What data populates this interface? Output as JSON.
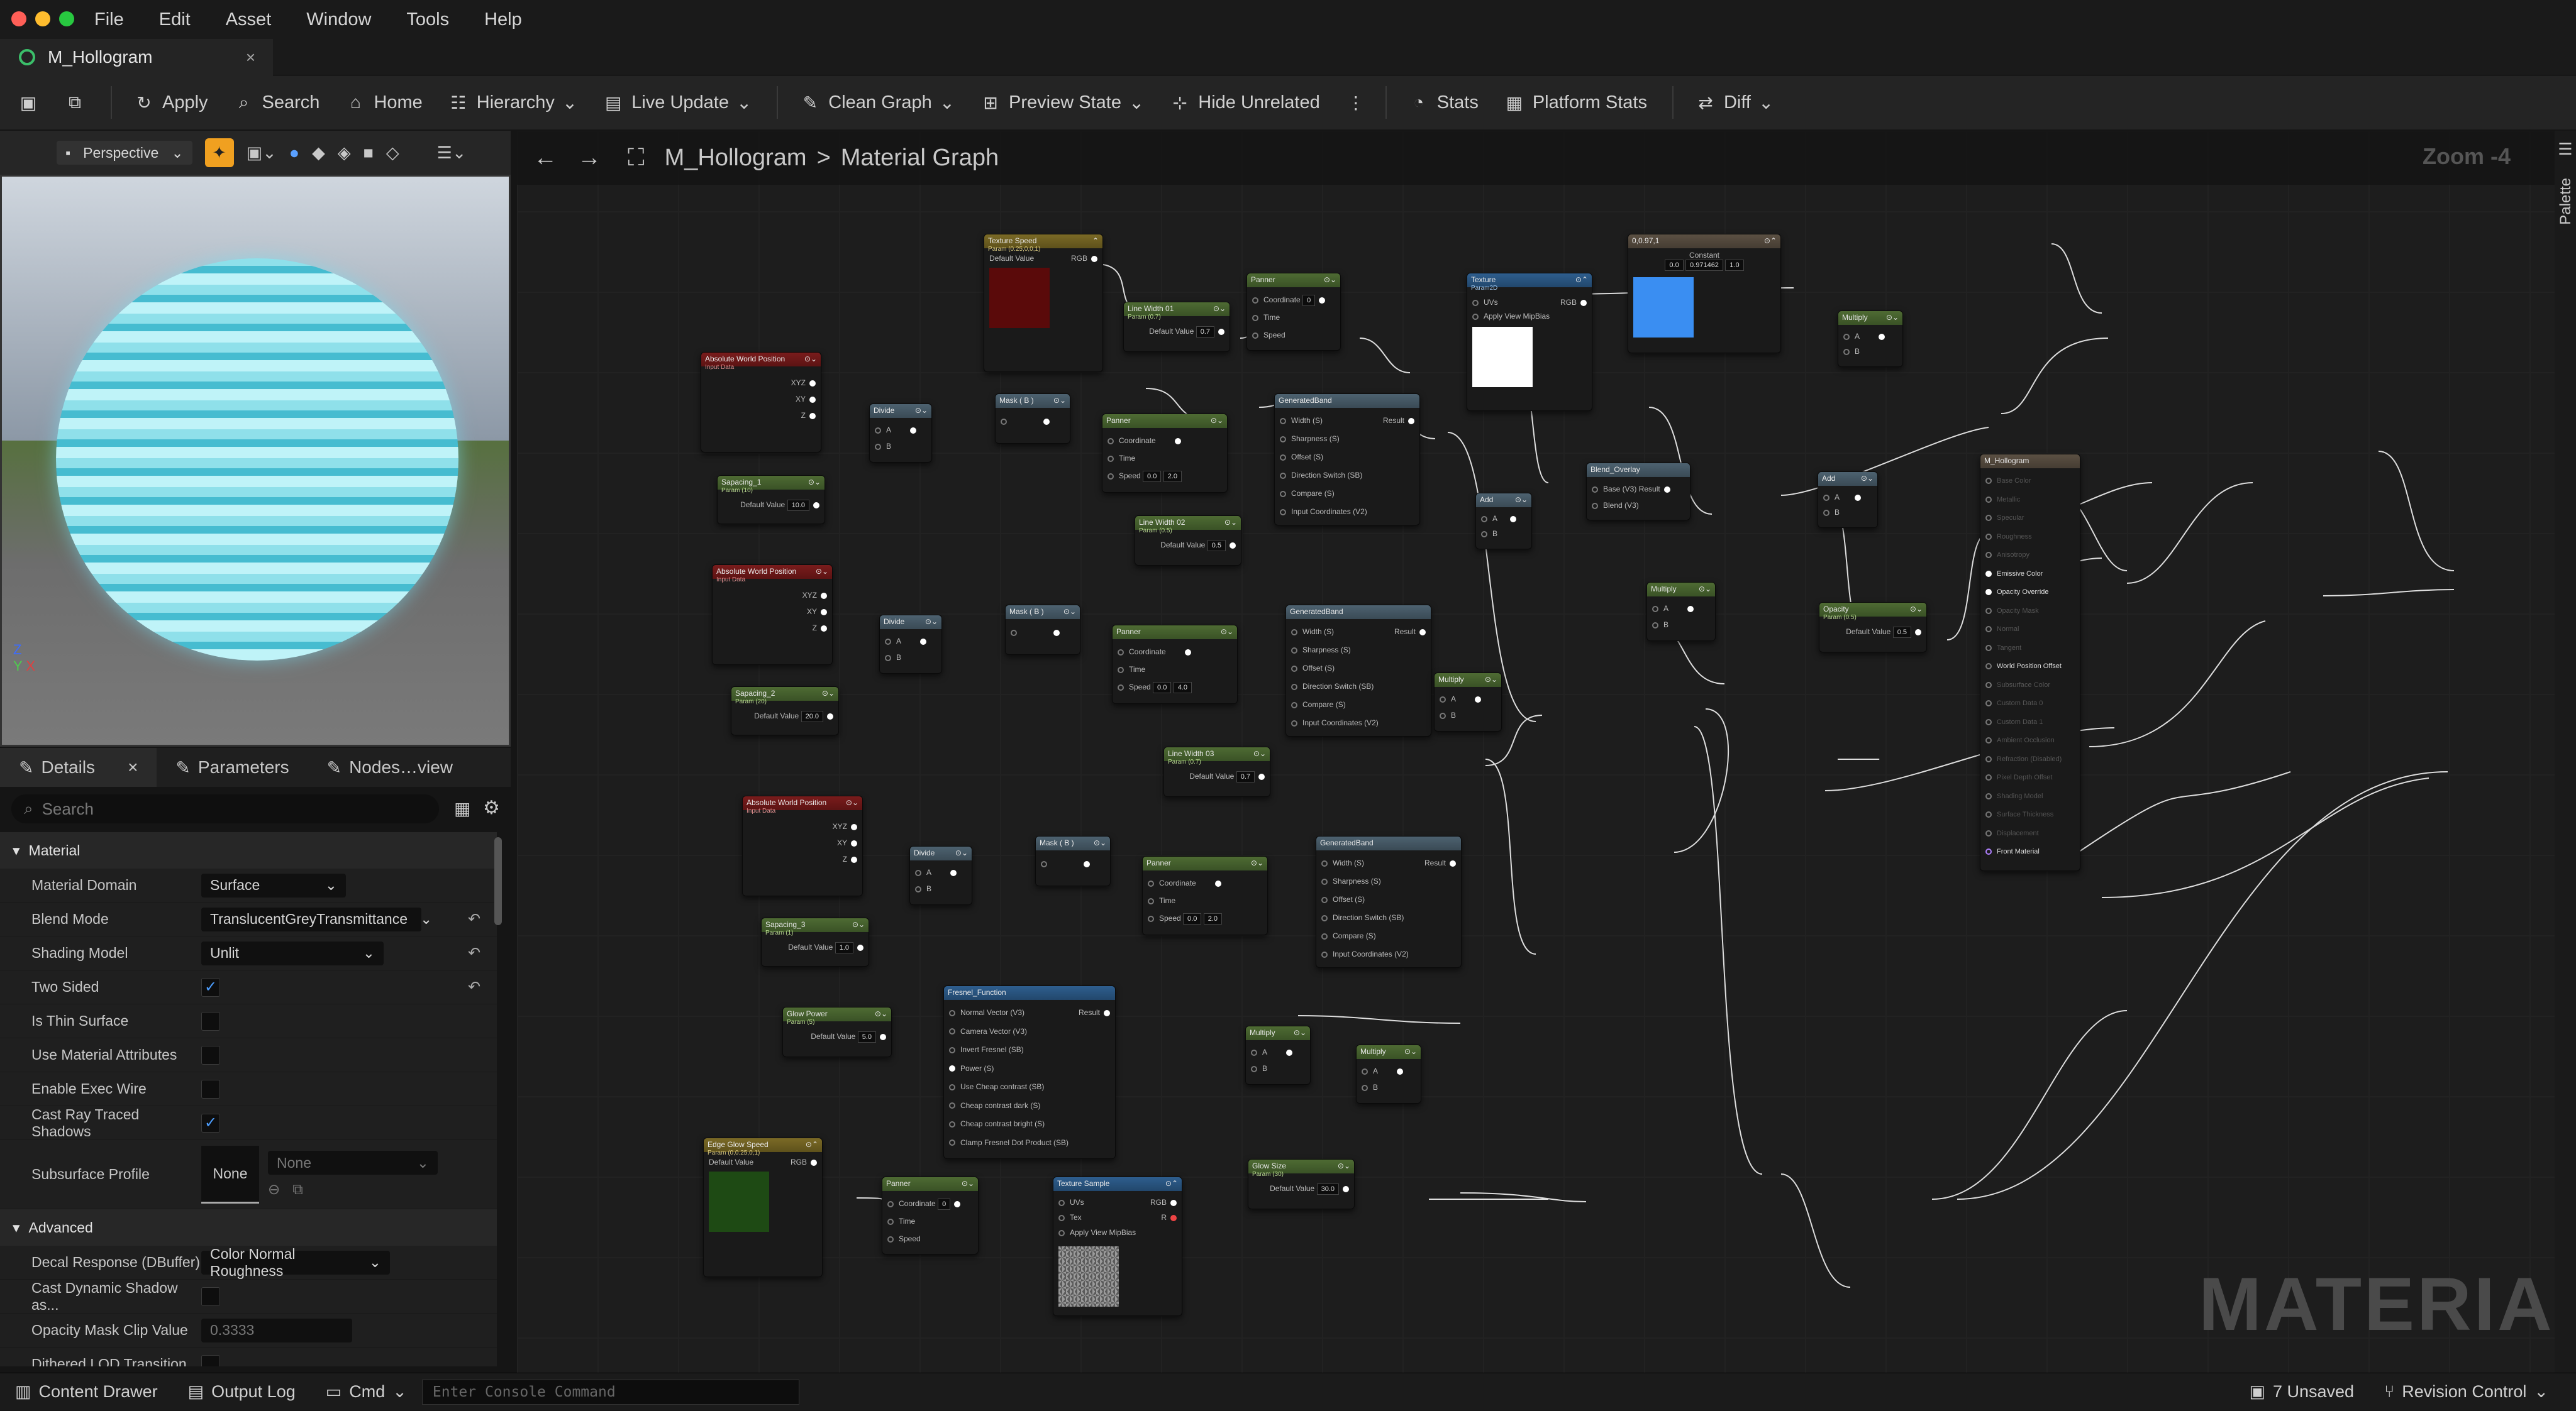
{
  "app": {
    "menu": [
      "File",
      "Edit",
      "Asset",
      "Window",
      "Tools",
      "Help"
    ],
    "tab_title": "M_Hollogram",
    "tab_close": "×"
  },
  "toolbar": {
    "apply": "Apply",
    "search": "Search",
    "home": "Home",
    "hierarchy": "Hierarchy",
    "live_update": "Live Update",
    "clean_graph": "Clean Graph",
    "preview_state": "Preview State",
    "hide_unrelated": "Hide Unrelated",
    "stats": "Stats",
    "platform_stats": "Platform Stats",
    "diff": "Diff"
  },
  "viewport": {
    "perspective": "Perspective"
  },
  "panel_tabs": {
    "details": "Details",
    "parameters": "Parameters",
    "nodes_view": "Nodes…view",
    "search_placeholder": "Search"
  },
  "details": {
    "material_section": "Material",
    "advanced_section": "Advanced",
    "material_domain": {
      "label": "Material Domain",
      "value": "Surface"
    },
    "blend_mode": {
      "label": "Blend Mode",
      "value": "TranslucentGreyTransmittance"
    },
    "shading_model": {
      "label": "Shading Model",
      "value": "Unlit"
    },
    "two_sided": {
      "label": "Two Sided",
      "checked": true
    },
    "is_thin_surface": {
      "label": "Is Thin Surface",
      "checked": false
    },
    "use_material_attributes": {
      "label": "Use Material Attributes",
      "checked": false
    },
    "enable_exec_wire": {
      "label": "Enable Exec Wire",
      "checked": false
    },
    "cast_ray_traced_shadows": {
      "label": "Cast Ray Traced Shadows",
      "checked": true
    },
    "subsurface_profile": {
      "label": "Subsurface Profile",
      "thumb": "None",
      "value": "None"
    },
    "decal_response": {
      "label": "Decal Response (DBuffer)",
      "value": "Color Normal Roughness"
    },
    "cast_dynamic_shadow": {
      "label": "Cast Dynamic Shadow as...",
      "checked": false
    },
    "opacity_mask_clip": {
      "label": "Opacity Mask Clip Value",
      "value": "0.3333"
    },
    "dithered_lod": {
      "label": "Dithered LOD Transition"
    }
  },
  "graph": {
    "breadcrumb_root": "M_Hollogram",
    "breadcrumb_sep": ">",
    "breadcrumb_current": "Material Graph",
    "zoom": "Zoom -4",
    "watermark": "MATERIAL",
    "palette": "Palette"
  },
  "nodes": {
    "tex_speed": {
      "title": "Texture Speed",
      "sub": "Param (0.25,0,0,1)",
      "default": "Default Value"
    },
    "awp1": {
      "title": "Absolute World Position",
      "sub": "Input Data"
    },
    "awp2": {
      "title": "Absolute World Position",
      "sub": "Input Data"
    },
    "awp3": {
      "title": "Absolute World Position",
      "sub": "Input Data"
    },
    "spacing1": {
      "title": "Sapacing_1",
      "sub": "Param (10)",
      "default": "Default Value",
      "value": "10.0"
    },
    "spacing2": {
      "title": "Sapacing_2",
      "sub": "Param (20)",
      "default": "Default Value",
      "value": "20.0"
    },
    "spacing3": {
      "title": "Sapacing_3",
      "sub": "Param (1)",
      "default": "Default Value",
      "value": "1.0"
    },
    "divide1": {
      "title": "Divide"
    },
    "divide2": {
      "title": "Divide"
    },
    "divide3": {
      "title": "Divide"
    },
    "mask1": {
      "title": "Mask ( B )"
    },
    "mask2": {
      "title": "Mask ( B )"
    },
    "mask3": {
      "title": "Mask ( B )"
    },
    "panner1": {
      "title": "Panner",
      "coord": "Coordinate",
      "time": "Time",
      "speed": "Speed",
      "sx": "0.0",
      "sy": "2.0"
    },
    "panner2": {
      "title": "Panner",
      "coord": "Coordinate",
      "time": "Time",
      "speed": "Speed",
      "sx": "0.0",
      "sy": "4.0"
    },
    "panner3": {
      "title": "Panner",
      "coord": "Coordinate",
      "time": "Time",
      "speed": "Speed",
      "sx": "0.0",
      "sy": "2.0"
    },
    "panner_top": {
      "title": "Panner",
      "coord": "Coordinate",
      "time": "Time",
      "speed": "Speed"
    },
    "panner_bottom": {
      "title": "Panner",
      "coord": "Coordinate",
      "time": "Time",
      "speed": "Speed"
    },
    "linewidth1": {
      "title": "Line Width 01",
      "sub": "Param (0.7)",
      "default": "Default Value",
      "value": "0.7"
    },
    "linewidth2": {
      "title": "Line Width 02",
      "sub": "Param (0.5)",
      "default": "Default Value",
      "value": "0.5"
    },
    "linewidth3": {
      "title": "Line Width 03",
      "sub": "Param (0.7)",
      "default": "Default Value",
      "value": "0.7"
    },
    "genband1": {
      "title": "GeneratedBand",
      "rows": [
        "Width (S)",
        "Sharpness (S)",
        "Offset (S)",
        "Direction Switch (SB)",
        "Compare (S)",
        "Input Coordinates (V2)"
      ],
      "result": "Result"
    },
    "genband2": {
      "title": "GeneratedBand",
      "rows": [
        "Width (S)",
        "Sharpness (S)",
        "Offset (S)",
        "Direction Switch (SB)",
        "Compare (S)",
        "Input Coordinates (V2)"
      ],
      "result": "Result"
    },
    "genband3": {
      "title": "GeneratedBand",
      "rows": [
        "Width (S)",
        "Sharpness (S)",
        "Offset (S)",
        "Direction Switch (SB)",
        "Compare (S)",
        "Input Coordinates (V2)"
      ],
      "result": "Result"
    },
    "texture": {
      "title": "Texture",
      "sub": "Param2D",
      "uvs": "UVs",
      "mip": "Apply View MipBias"
    },
    "const3": {
      "title": "0,0.97,1",
      "label": "Constant",
      "v1": "0.0",
      "v2": "0.971462",
      "v3": "1.0"
    },
    "multiply_top": {
      "title": "Multiply"
    },
    "add1": {
      "title": "Add"
    },
    "add2": {
      "title": "Add"
    },
    "blend_overlay": {
      "title": "Blend_Overlay",
      "base": "Base (V3)",
      "blend": "Blend (V3)",
      "result": "Result"
    },
    "multiply_mid": {
      "title": "Multiply"
    },
    "multiply_right": {
      "title": "Multiply"
    },
    "opacity": {
      "title": "Opacity",
      "sub": "Param (0.5)",
      "default": "Default Value",
      "value": "0.5"
    },
    "glow_power": {
      "title": "Glow Power",
      "sub": "Param (5)",
      "default": "Default Value",
      "value": "5.0"
    },
    "fresnel": {
      "title": "Fresnel_Function",
      "rows": [
        "Normal Vector (V3)",
        "Camera Vector (V3)",
        "Invert Fresnel (SB)",
        "Power (S)",
        "Use Cheap contrast (SB)",
        "Cheap contrast dark (S)",
        "Cheap contrast bright (S)",
        "Clamp Fresnel Dot Product (SB)"
      ],
      "result": "Result"
    },
    "multiply_f1": {
      "title": "Multiply"
    },
    "multiply_f2": {
      "title": "Multiply"
    },
    "glow_size": {
      "title": "Glow Size",
      "sub": "Param (30)",
      "default": "Default Value",
      "value": "30.0"
    },
    "edge_glow": {
      "title": "Edge Glow Speed",
      "sub": "Param (0,0.25,0,1)",
      "default": "Default Value"
    },
    "tex_sample": {
      "title": "Texture Sample",
      "uvs": "UVs",
      "tex": "Tex",
      "mip": "Apply View MipBias"
    },
    "result": {
      "title": "M_Hollogram",
      "inputs": [
        "Base Color",
        "Metallic",
        "Specular",
        "Roughness",
        "Anisotropy",
        "Emissive Color",
        "Opacity Override",
        "Opacity Mask",
        "Normal",
        "Tangent",
        "World Position Offset",
        "Subsurface Color",
        "Custom Data 0",
        "Custom Data 1",
        "Ambient Occlusion",
        "Refraction (Disabled)",
        "Pixel Depth Offset",
        "Shading Model",
        "Surface Thickness",
        "Displacement",
        "Front Material"
      ]
    }
  },
  "bottombar": {
    "content_drawer": "Content Drawer",
    "output_log": "Output Log",
    "cmd": "Cmd",
    "console_placeholder": "Enter Console Command",
    "unsaved": "7 Unsaved",
    "revision_control": "Revision Control"
  },
  "colors": {
    "accent": "#4c9eff",
    "swatch_blue": "#3a8ef2",
    "swatch_red": "#5a0a0a",
    "swatch_green": "#1e4a14"
  }
}
